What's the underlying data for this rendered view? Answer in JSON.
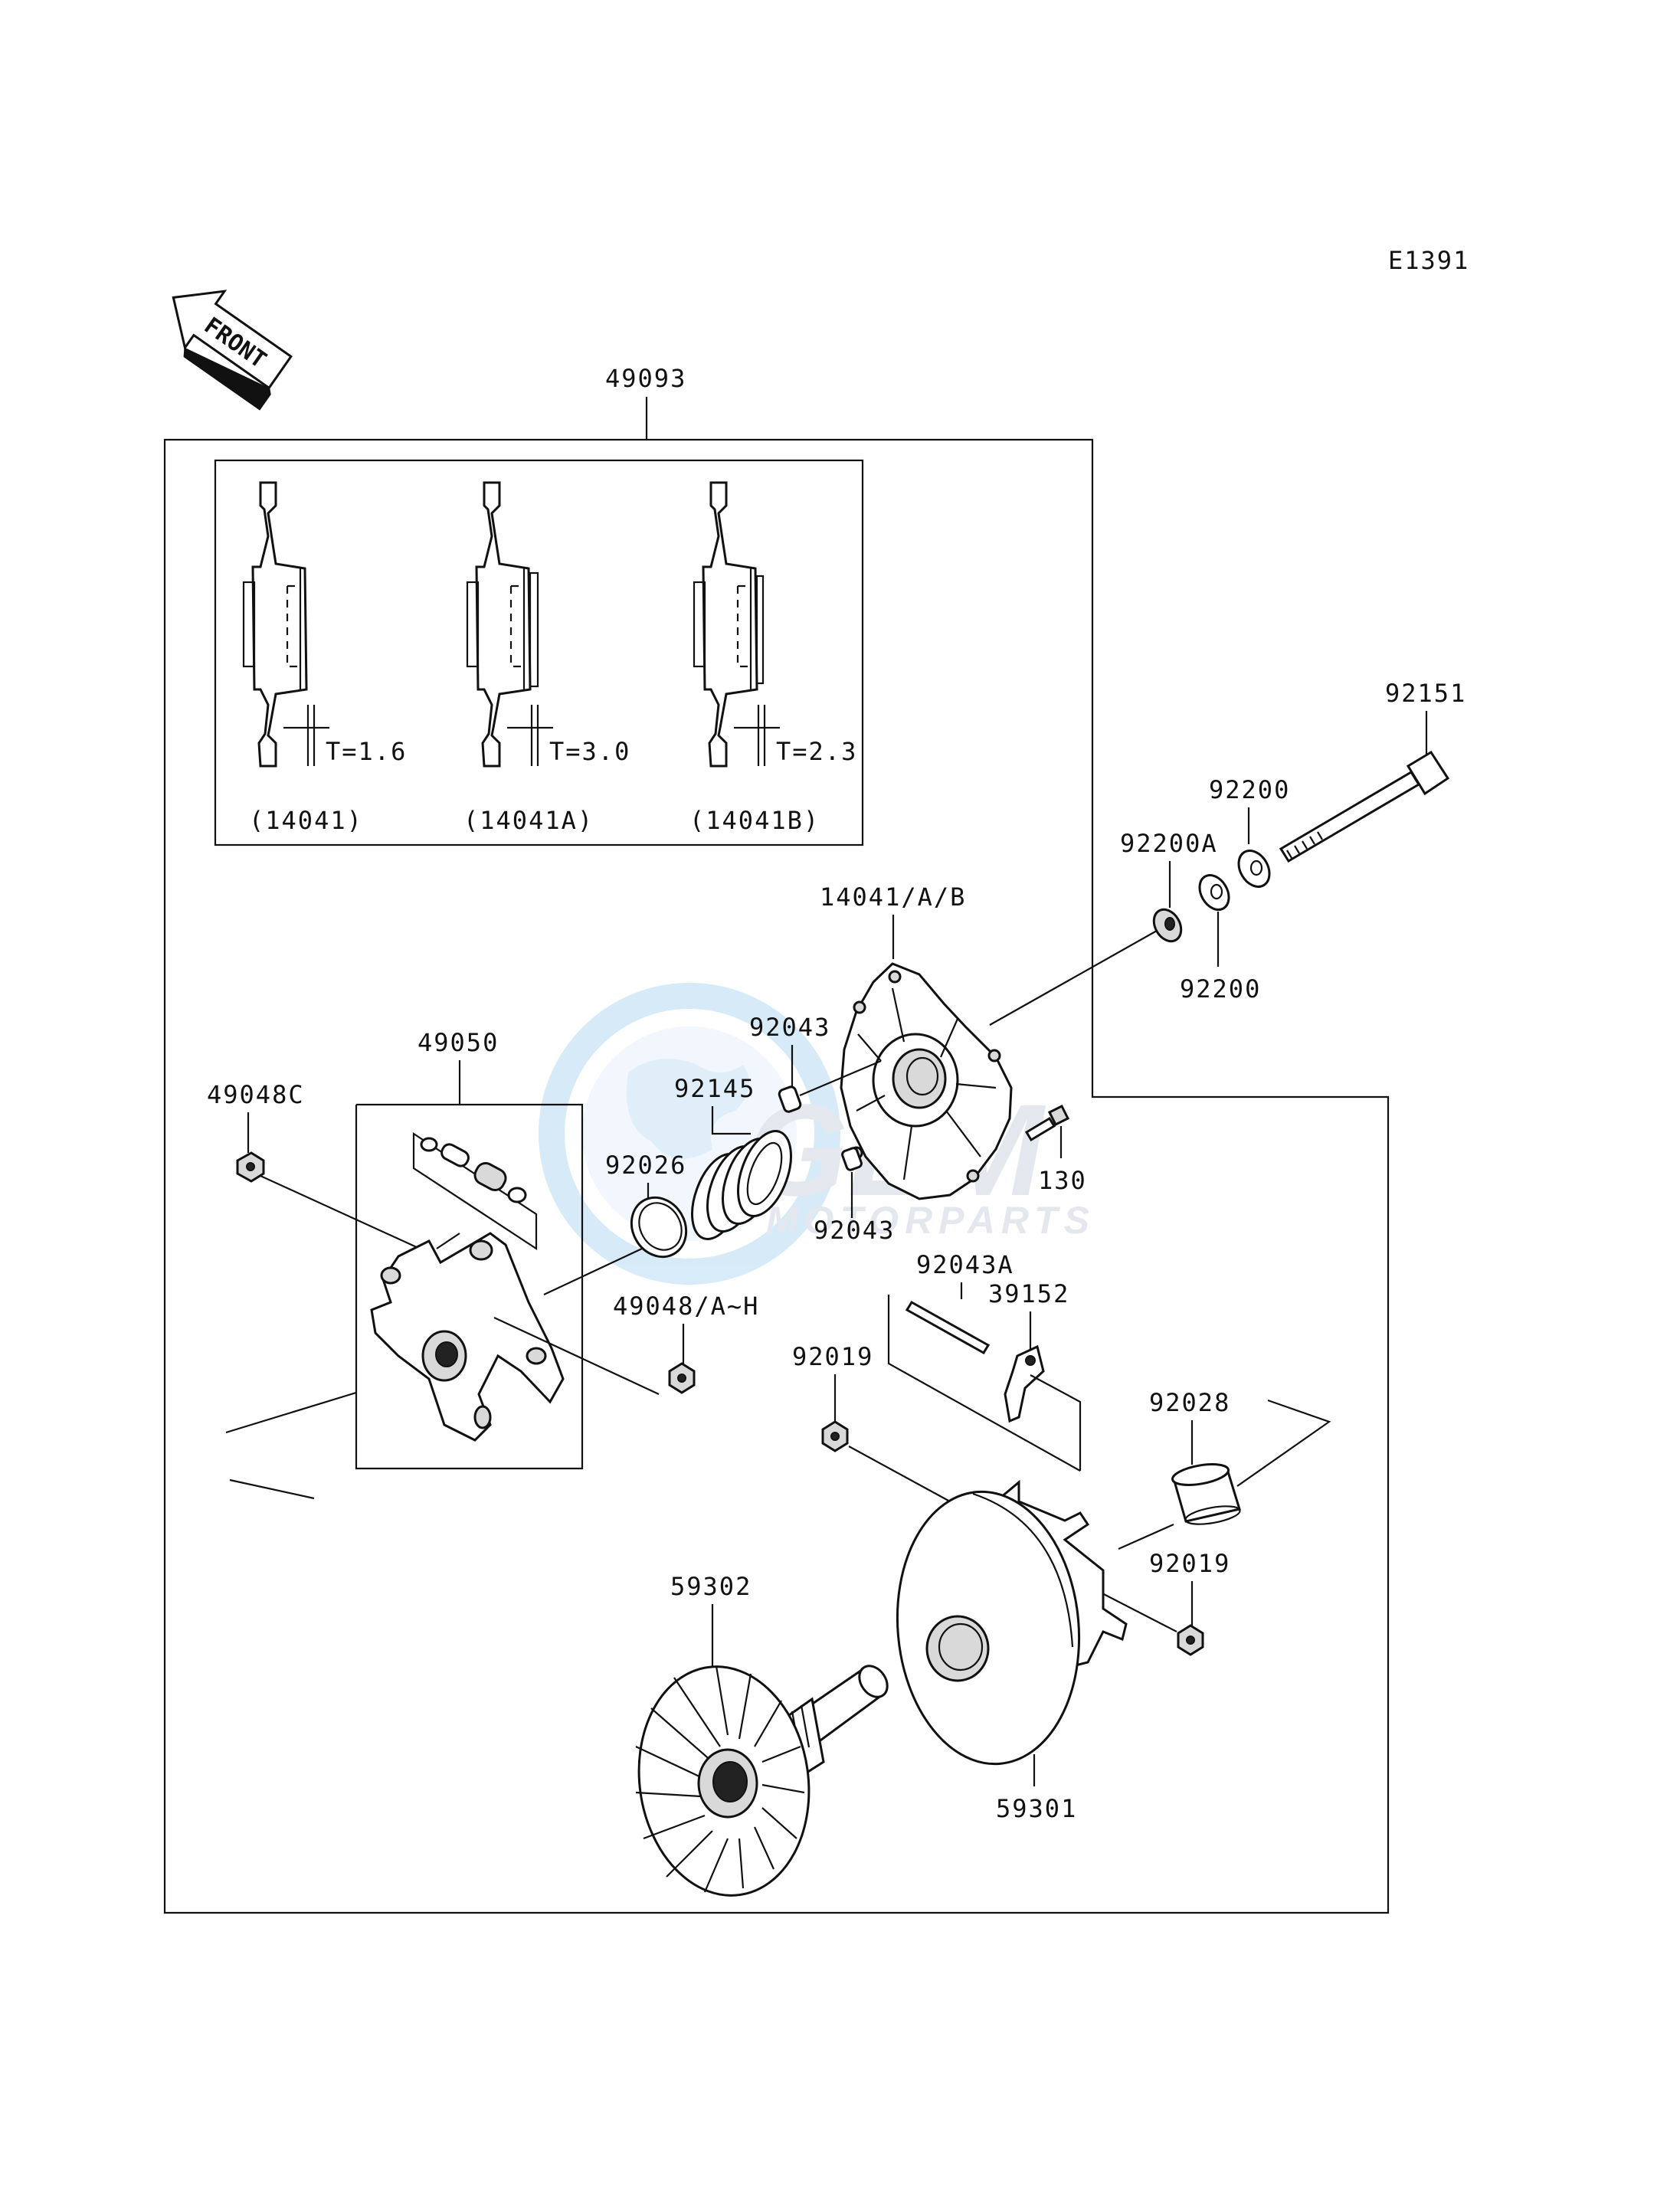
{
  "diagram_code": "E1391",
  "front_label": "FRONT",
  "watermark": {
    "brand": "GEM",
    "sub": "MOTORPARTS"
  },
  "shims": [
    {
      "thickness": "T=1.6",
      "code": "(14041)"
    },
    {
      "thickness": "T=3.0",
      "code": "(14041A)"
    },
    {
      "thickness": "T=2.3",
      "code": "(14041B)"
    }
  ],
  "parts": {
    "p49093": "49093",
    "p92151": "92151",
    "p92200_top": "92200",
    "p92200A": "92200A",
    "p92200_bottom": "92200",
    "p14041AB": "14041/A/B",
    "p92043_top": "92043",
    "p92145": "92145",
    "p92026": "92026",
    "p49048C": "49048C",
    "p49050": "49050",
    "p130": "130",
    "p92043_bottom": "92043",
    "p92043A": "92043A",
    "p39152": "39152",
    "p49048AH": "49048/A~H",
    "p92019_left": "92019",
    "p92028": "92028",
    "p92019_right": "92019",
    "p59302": "59302",
    "p59301": "59301"
  }
}
